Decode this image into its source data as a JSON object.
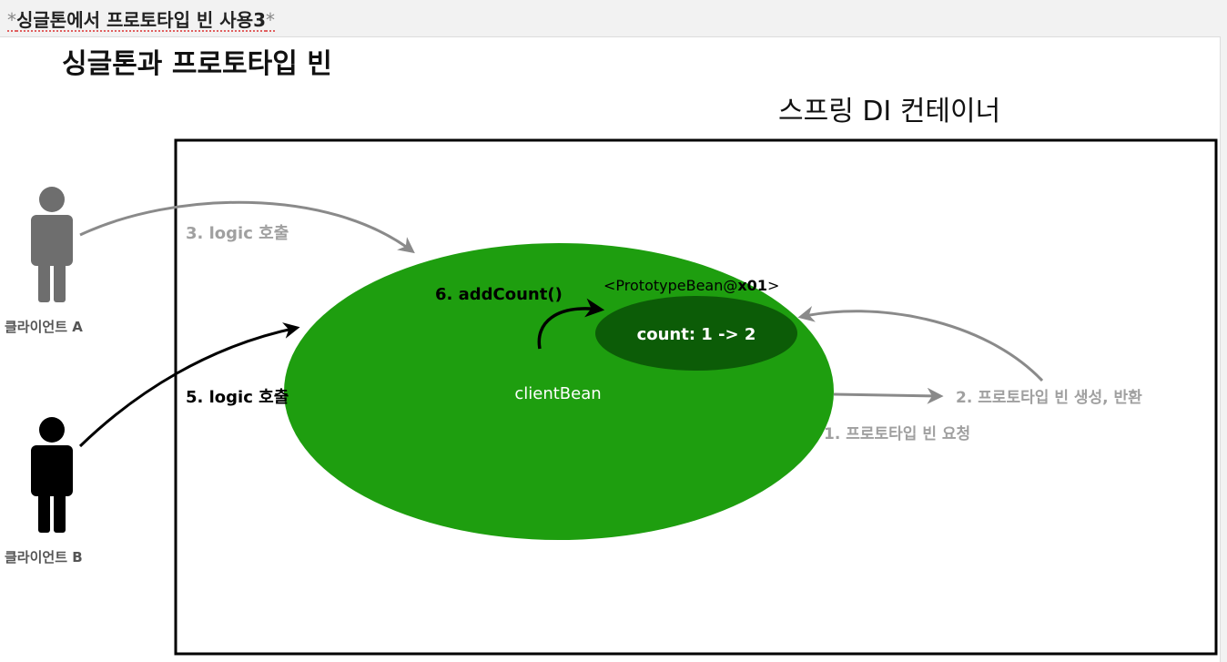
{
  "doc_title": "싱글톤에서 프로토타입 빈 사용3",
  "doc_title_marker": "*",
  "slide_title": "싱글톤과 프로토타입 빈",
  "container_label": "스프링 DI 컨테이너",
  "client_a_label": "클라이언트 A",
  "client_b_label": "클라이언트 B",
  "client_bean_label": "clientBean",
  "prototype_bean_label": "<PrototypeBean@",
  "prototype_bean_id": "x01",
  "prototype_bean_close": ">",
  "count_label": "count: 1 -> 2",
  "steps": {
    "step1": "1. 프로토타입 빈 요청",
    "step2": "2. 프로토타입 빈 생성, 반환",
    "step3": "3. logic 호출",
    "step5": "5. logic 호출",
    "step6": "6. addCount()"
  },
  "colors": {
    "bean_green": "#1e9e0f",
    "inner_green": "#0c5c07",
    "client_a_gray": "#6e6e6e",
    "client_b_black": "#000000",
    "inactive_text": "#a0a0a0"
  },
  "icons": [
    "person-icon"
  ]
}
